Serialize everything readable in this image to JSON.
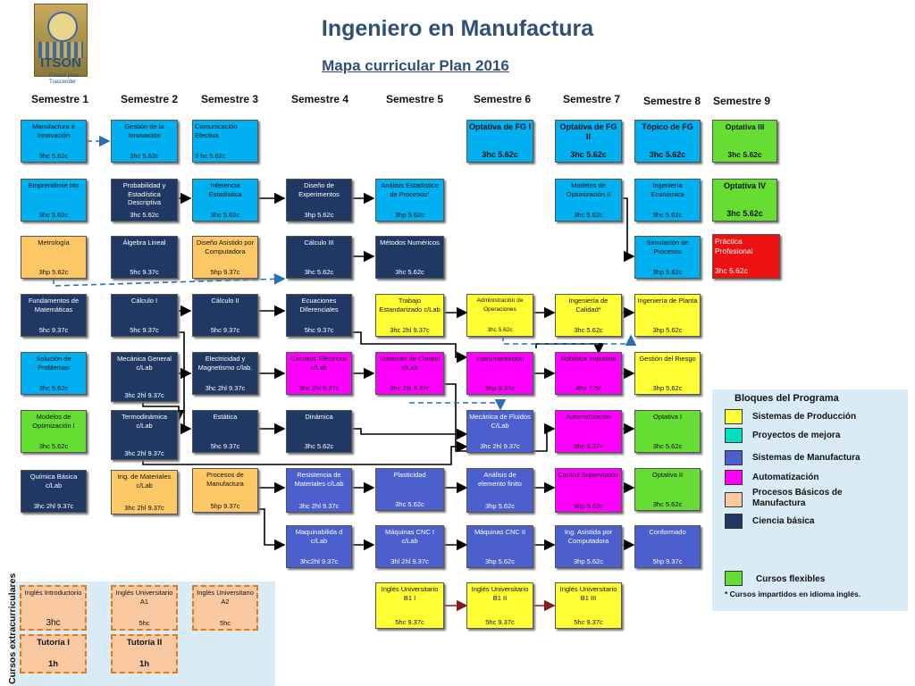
{
  "header": {
    "title": "Ingeniero en Manufactura",
    "subtitle": "Mapa curricular Plan 2016",
    "logo_text": "ITSON",
    "logo_tagline": "Educar para Trascender"
  },
  "semesters": [
    "Semestre 1",
    "Semestre 2",
    "Semestre 3",
    "Semestre 4",
    "Semestre 5",
    "Semestre 6",
    "Semestre 7",
    "Semestre 8",
    "Semestre 9"
  ],
  "courses": {
    "manufactura_innovacion": {
      "name": "Manufactura e Innovación",
      "credits": "3hc 5.62c"
    },
    "emprendimiento": {
      "name": "Emprendimie nto",
      "credits": "3hc 5.62c"
    },
    "metrologia": {
      "name": "Metrología",
      "credits": "3hp 5.62c"
    },
    "fund_matematicas": {
      "name": "Fundamentos de Matemáticas",
      "credits": "5hc 9.37c"
    },
    "solucion_problemas": {
      "name": "Solución de Problemas",
      "credits": "3hc 5.62c"
    },
    "modelos_optimizacion_1": {
      "name": "Modelos de Optimización I",
      "credits": "3hc 5.62c"
    },
    "quimica_basica": {
      "name": "Química Básica c/Lab",
      "credits": "3hc 2hl 9.37c"
    },
    "gestion_innovacion": {
      "name": "Gestión de la Innovación",
      "credits": "3hc 5.62c"
    },
    "probabilidad": {
      "name": "Probabilidad y Estadística Descriptiva",
      "credits": "3hc 5.62c"
    },
    "algebra_lineal": {
      "name": "Álgebra Lineal",
      "credits": "5hc 9.37c"
    },
    "calculo_1": {
      "name": "Cálculo I",
      "credits": "5hc 9.37c"
    },
    "mecanica_general": {
      "name": "Mecánica General c/Lab",
      "credits": "3hc 2hl 9.37c"
    },
    "termodinamica": {
      "name": "Termodinámica c/Lab",
      "credits": "3hc 2hl 9.37c"
    },
    "ing_materiales": {
      "name": "Ing. de Materiales c/Lab",
      "credits": "3hc 2hl 9.37c"
    },
    "comunicacion_efectiva": {
      "name": "Comunicación Efectiva",
      "credits": "3 hc 5.62c"
    },
    "inferencia_estadistica": {
      "name": "Inferencia Estadística",
      "credits": "3hc 5.62c"
    },
    "diseno_computadora": {
      "name": "Diseño Asistido por Computadora",
      "credits": "5hp 9.37c"
    },
    "calculo_2": {
      "name": "Cálculo II",
      "credits": "5hc 9.37c"
    },
    "electricidad_magnetismo": {
      "name": "Electricidad y Magnetismo c/lab.",
      "credits": "3hc 2hl 9.37c"
    },
    "estatica": {
      "name": "Estática",
      "credits": "5hc 9.37c"
    },
    "procesos_manufactura": {
      "name": "Procesos de Manufactura",
      "credits": "5hp 9.37c"
    },
    "diseno_experimentos": {
      "name": "Diseño de Experimentos",
      "credits": "3hp 5.62c"
    },
    "calculo_3": {
      "name": "Cálculo III",
      "credits": "3hc 5.62c"
    },
    "ecuaciones_diferenciales": {
      "name": "Ecuaciones Diferenciales",
      "credits": "5hc 9.37c"
    },
    "circuitos_electricos": {
      "name": "Circuitos Eléctricos c/Lab",
      "credits": "3hc 2hl 9.37c"
    },
    "dinamica": {
      "name": "Dinámica",
      "credits": "3hc 5.62c"
    },
    "resistencia_materiales": {
      "name": "Resistencia de Materiales c/Lab",
      "credits": "3hc 2hl 9.37c"
    },
    "maquinabilidad": {
      "name": "Maquinabilida d c/Lab",
      "credits": "3hc2hl 9.37c"
    },
    "analisis_estadistico": {
      "name": "Análisis Estadístico de Procesos*",
      "credits": "3hp 5.62c"
    },
    "metodos_numericos": {
      "name": "Métodos Numéricos",
      "credits": "3hc 5.62c"
    },
    "trabajo_estandarizado": {
      "name": "Trabajo Estandarizado c/Lab",
      "credits": "3hc 2hl 9.37c"
    },
    "sistemas_control": {
      "name": "Sistemas de Control c/Lab",
      "credits": "3hc 2hl 9.37c"
    },
    "plasticidad": {
      "name": "Plasticidad",
      "credits": "3hc 5.62c"
    },
    "maquinas_cnc_1": {
      "name": "Máquinas CNC I c/Lab",
      "credits": "3hl 2hl 9.37c"
    },
    "optativa_fg1": {
      "name": "Optativa de FG I",
      "credits": "3hc 5.62c"
    },
    "admin_operaciones": {
      "name": "Administración de Operaciones",
      "credits": "3hc 5.62c"
    },
    "instrumentacion": {
      "name": "Instrumentación",
      "credits": "5hp 9.37c"
    },
    "mecanica_fluidos": {
      "name": "Mecánica de Fluidos C/Lab",
      "credits": "3hc 2hl 9.37c"
    },
    "analisis_elemento_finito": {
      "name": "Análisis de elemento finito",
      "credits": "3hp 5.62c"
    },
    "maquinas_cnc_2": {
      "name": "Máquinas CNC II",
      "credits": "3hp 5.62c"
    },
    "optativa_fg2": {
      "name": "Optativa de FG II",
      "credits": "3hc 5.62c"
    },
    "modelos_optimizacion_2": {
      "name": "Modelos de Optimización II",
      "credits": "3hc 5.62c"
    },
    "ingenieria_calidad": {
      "name": "Ingeniería de Calidad*",
      "credits": "3hc 5.62c"
    },
    "robotica_industrial": {
      "name": "Robótica Industrial",
      "credits": "4hp 7.5c"
    },
    "automatizacion": {
      "name": "Automatización",
      "credits": "5hp 9.37c"
    },
    "control_supervisorio": {
      "name": "Control Supervisorio",
      "credits": "3hp 5.62c"
    },
    "ing_asistida": {
      "name": "Ing. Asistida por Computadora",
      "credits": "3hp 5.62c"
    },
    "topico_fg": {
      "name": "Tópico de FG",
      "credits": "3hc 5.62c"
    },
    "ingenieria_economica": {
      "name": "Ingeniería Económica",
      "credits": "3hc 5.62c"
    },
    "simulacion_procesos": {
      "name": "Simulación de Procesos",
      "credits": "3hp 5.62c"
    },
    "ingenieria_planta": {
      "name": "Ingeniería de Planta",
      "credits": "3hp 5.62c"
    },
    "gestion_riesgo": {
      "name": "Gestión del Riesgo",
      "credits": "3hp 5.62c"
    },
    "optativa_1": {
      "name": "Optativa I",
      "credits": "3hc 5.62c"
    },
    "optativa_2": {
      "name": "Optativa II",
      "credits": "3hc 5.62c"
    },
    "conformado": {
      "name": "Conformado",
      "credits": "5hp 9.37c"
    },
    "optativa_3": {
      "name": "Optativa III",
      "credits": "3hc 5.62c"
    },
    "optativa_4": {
      "name": "Optativa IV",
      "credits": "3hc 5.62c"
    },
    "practica_profesional": {
      "name": "Práctica Profesional",
      "credits": "3hc 5.62c"
    },
    "ingles_introductorio": {
      "name": "Inglés Introductorio",
      "credits": "3hc"
    },
    "ingles_a1": {
      "name": "Inglés Universitario A1",
      "credits": "5hc"
    },
    "ingles_a2": {
      "name": "Inglés Universitario A2",
      "credits": "5hc"
    },
    "tutoria_1": {
      "name": "Tutoría I",
      "credits": "1h"
    },
    "tutoria_2": {
      "name": "Tutoría II",
      "credits": "1h"
    },
    "ingles_b1_1": {
      "name": "Inglés Universitario B1 I",
      "credits": "5hc 9.37c"
    },
    "ingles_b1_2": {
      "name": "Inglés Universitario B1 II",
      "credits": "5hc 9.37c"
    },
    "ingles_b1_3": {
      "name": "Inglés Universitario B1 III",
      "credits": "5hc 9.37c"
    }
  },
  "extracurricular_label": "Cursos extracurriculares",
  "legend": {
    "title": "Bloques del Programa",
    "items": [
      {
        "label": "Sistemas de Producción",
        "color": "#ffff33"
      },
      {
        "label": "Proyectos de mejora",
        "color": "#00e0c0"
      },
      {
        "label": "Sistemas de Manufactura",
        "color": "#4c5fcf"
      },
      {
        "label": "Automatización",
        "color": "#ff00ff"
      },
      {
        "label": "Procesos Básicos de Manufactura",
        "color": "#fbc9a1"
      },
      {
        "label": "Ciencia básica",
        "color": "#1f3864"
      },
      {
        "label": "Cursos flexibles",
        "color": "#66dd33"
      }
    ],
    "note": "* Cursos impartidos en idioma inglés."
  },
  "colors": {
    "title": "#2f4f7a",
    "arrow_solid": "#000000",
    "arrow_dashed": "#2e6db4",
    "arrow_maroon": "#8b1a1a"
  }
}
